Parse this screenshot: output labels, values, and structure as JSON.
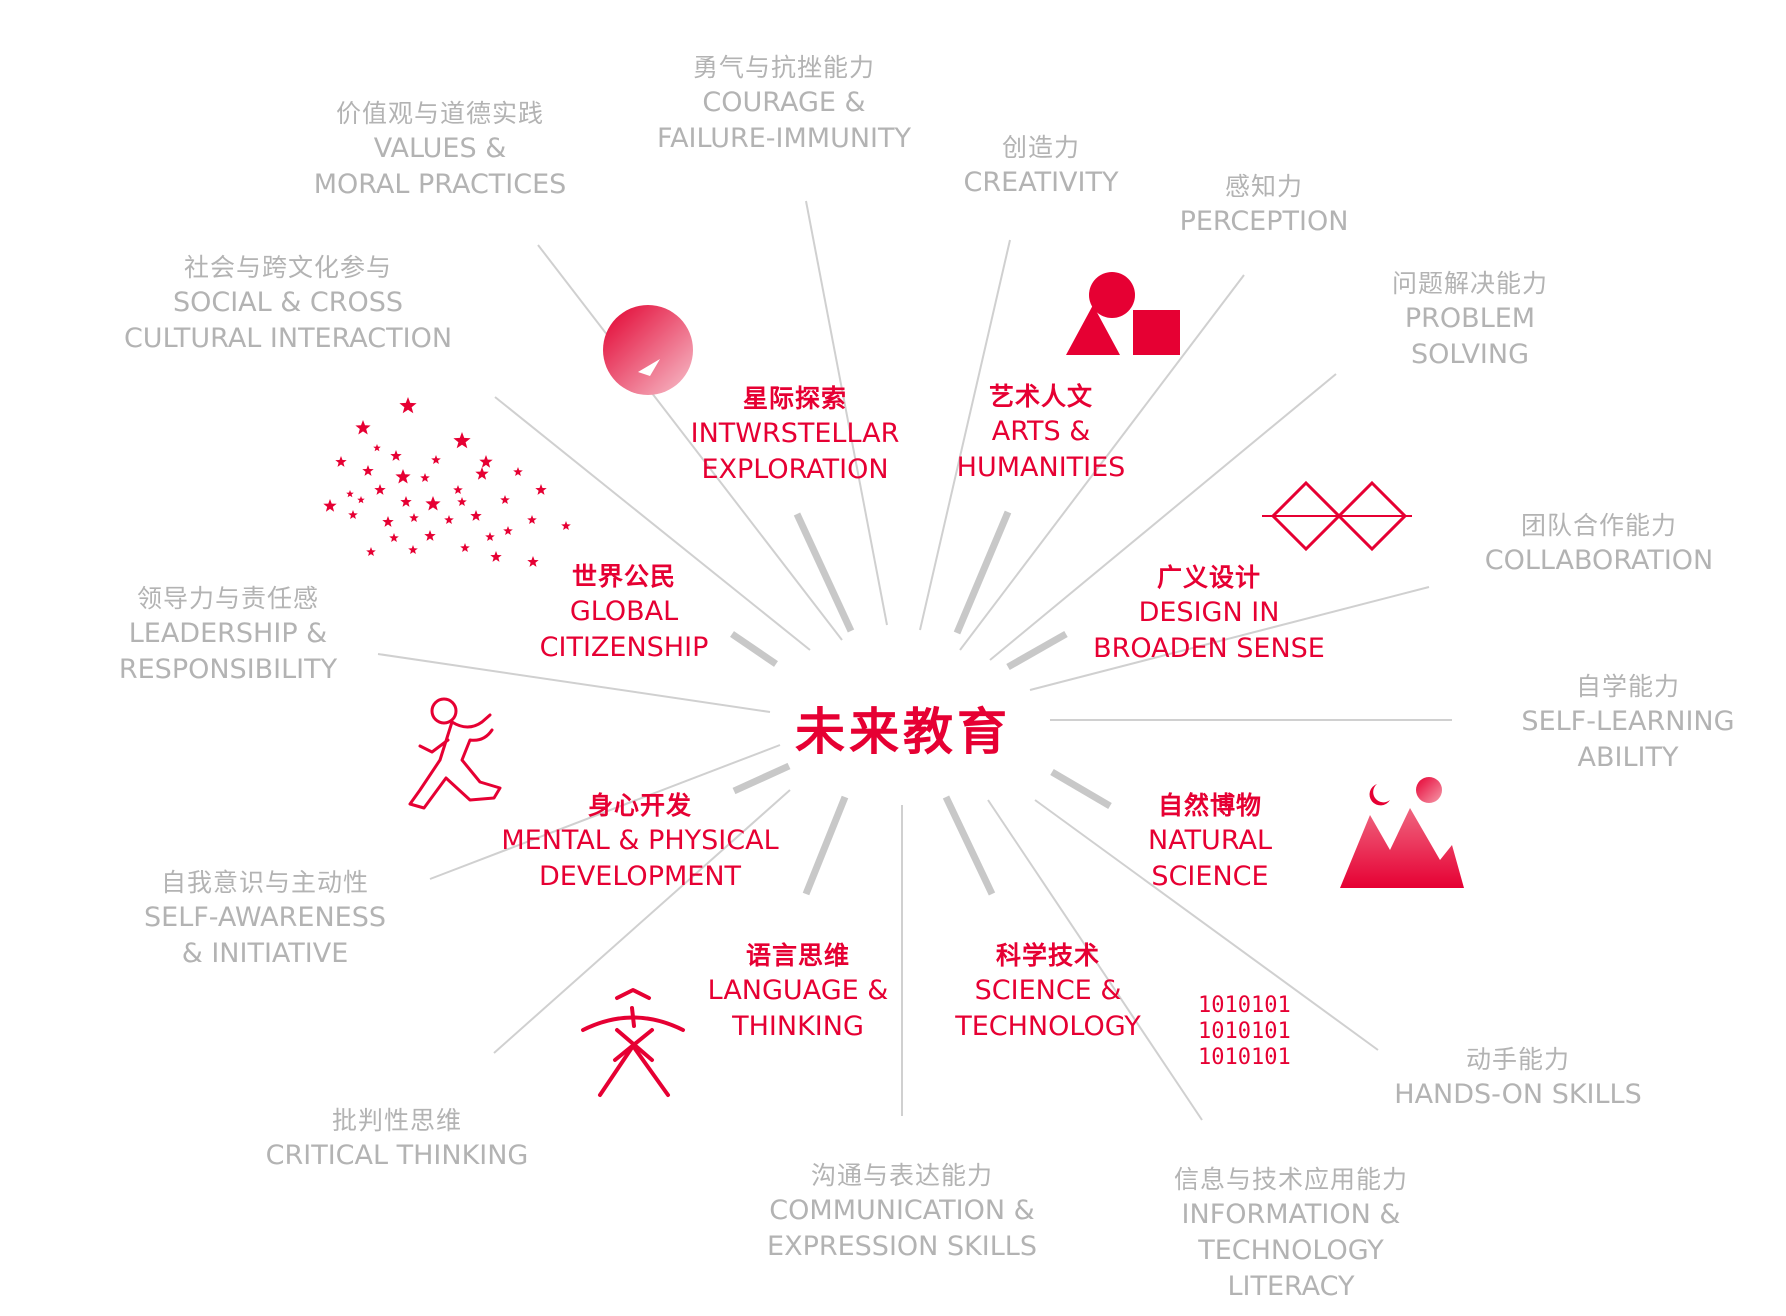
{
  "center": {
    "title": "未来教育"
  },
  "inner_domains": [
    {
      "zh": "星际探索",
      "en1": "INTWRSTELLAR",
      "en2": "EXPLORATION"
    },
    {
      "zh": "艺术人文",
      "en1": "ARTS &",
      "en2": "HUMANITIES"
    },
    {
      "zh": "世界公民",
      "en1": "GLOBAL",
      "en2": "CITIZENSHIP"
    },
    {
      "zh": "广义设计",
      "en1": "DESIGN IN",
      "en2": "BROADEN SENSE"
    },
    {
      "zh": "身心开发",
      "en1": "MENTAL & PHYSICAL",
      "en2": "DEVELOPMENT"
    },
    {
      "zh": "自然博物",
      "en1": "NATURAL",
      "en2": "SCIENCE"
    },
    {
      "zh": "语言思维",
      "en1": "LANGUAGE &",
      "en2": "THINKING"
    },
    {
      "zh": "科学技术",
      "en1": "SCIENCE &",
      "en2": "TECHNOLOGY"
    }
  ],
  "outer_abilities": [
    {
      "zh": "勇气与抗挫能力",
      "en1": "COURAGE &",
      "en2": "FAILURE-IMMUNITY"
    },
    {
      "zh": "价值观与道德实践",
      "en1": "VALUES &",
      "en2": "MORAL PRACTICES"
    },
    {
      "zh": "创造力",
      "en1": "CREATIVITY",
      "en2": ""
    },
    {
      "zh": "感知力",
      "en1": "PERCEPTION",
      "en2": ""
    },
    {
      "zh": "社会与跨文化参与",
      "en1": "SOCIAL & CROSS",
      "en2": "CULTURAL INTERACTION"
    },
    {
      "zh": "问题解决能力",
      "en1": "PROBLEM",
      "en2": "SOLVING"
    },
    {
      "zh": "团队合作能力",
      "en1": "COLLABORATION",
      "en2": ""
    },
    {
      "zh": "领导力与责任感",
      "en1": "LEADERSHIP &",
      "en2": "RESPONSIBILITY"
    },
    {
      "zh": "自学能力",
      "en1": "SELF-LEARNING",
      "en2": "ABILITY"
    },
    {
      "zh": "自我意识与主动性",
      "en1": "SELF-AWARENESS",
      "en2": "& INITIATIVE"
    },
    {
      "zh": "动手能力",
      "en1": "HANDS-ON SKILLS",
      "en2": ""
    },
    {
      "zh": "批判性思维",
      "en1": "CRITICAL THINKING",
      "en2": ""
    },
    {
      "zh": "沟通与表达能力",
      "en1": "COMMUNICATION &",
      "en2": "EXPRESSION SKILLS"
    },
    {
      "zh": "信息与技术应用能力",
      "en1": "INFORMATION &",
      "en2": "TECHNOLOGY",
      "en3": "LITERACY"
    }
  ],
  "binary_code": [
    "1010101",
    "1010101",
    "1010101"
  ],
  "colors": {
    "accent": "#e60033",
    "muted": "#b3b3b3",
    "ray": "#d0d0d0"
  },
  "icons": [
    "planet-icon",
    "shapes-icon",
    "stars-icon",
    "diamonds-icon",
    "taichi-figure-icon",
    "mountains-icon",
    "language-glyph-icon"
  ]
}
